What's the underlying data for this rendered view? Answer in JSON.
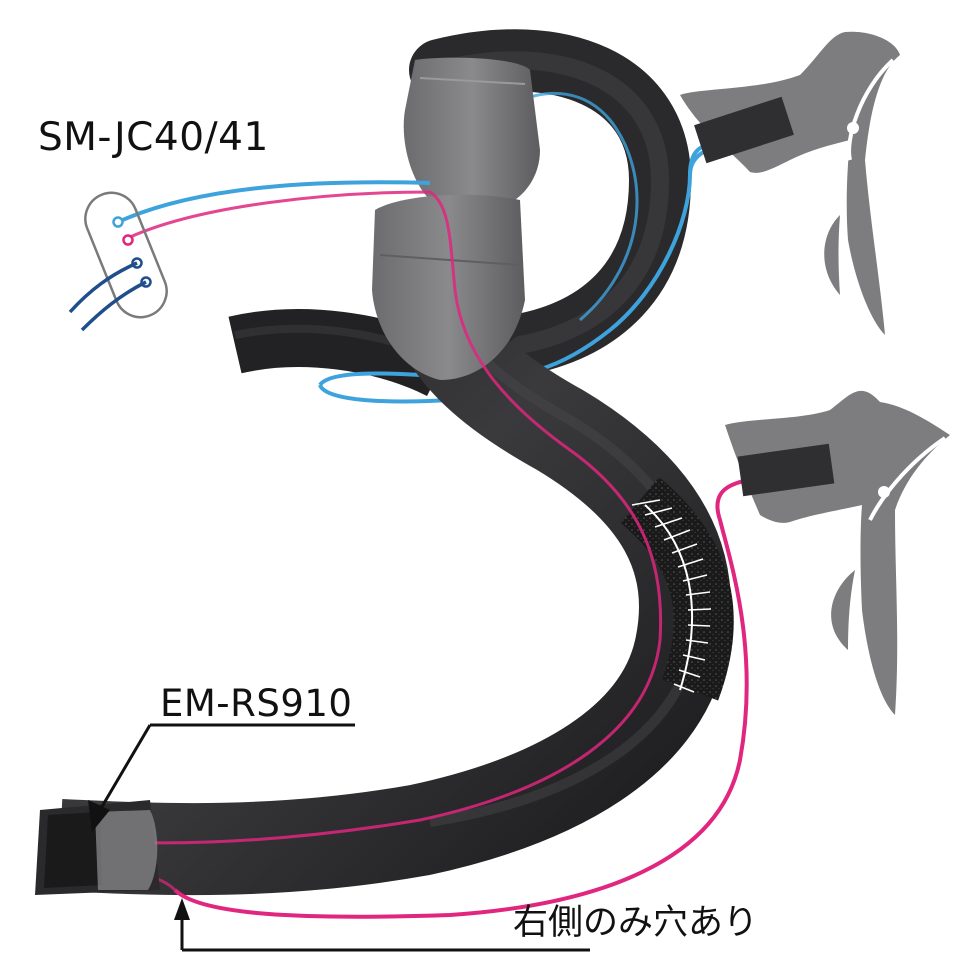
{
  "diagram": {
    "title": "Di2 internal cable routing through handlebar",
    "labels": {
      "junction": "SM-JC40/41",
      "battery_mount": "EM-RS910",
      "note": "右側のみ穴あり"
    },
    "components": [
      {
        "id": "junction-box",
        "name": "SM-JC40/41",
        "ports": 4
      },
      {
        "id": "end-plug",
        "name": "EM-RS910"
      },
      {
        "id": "left-shifter",
        "name": "shift lever (upper)"
      },
      {
        "id": "right-shifter",
        "name": "shift lever (lower)"
      },
      {
        "id": "handlebar",
        "name": "drop handlebar"
      }
    ],
    "cables": [
      {
        "id": "blue-cable",
        "color": "#3ea3dd",
        "from": "junction-box",
        "to": "upper-shifter"
      },
      {
        "id": "pink-cable",
        "color": "#e0267f",
        "from": "junction-box",
        "to": "lower-shifter"
      },
      {
        "id": "navy-cable-1",
        "color": "#1f4e8c",
        "from": "junction-box",
        "to": "off-frame"
      },
      {
        "id": "navy-cable-2",
        "color": "#1f4e8c",
        "from": "junction-box",
        "to": "off-frame"
      }
    ],
    "colors": {
      "handlebar": "#2c2c2e",
      "tape": "#7a7a7c",
      "shifter_body": "#7d7d7f",
      "shifter_hood_block": "#2f2f31",
      "blue": "#3ea3dd",
      "pink": "#e0267f",
      "navy": "#1f4e8c"
    }
  }
}
